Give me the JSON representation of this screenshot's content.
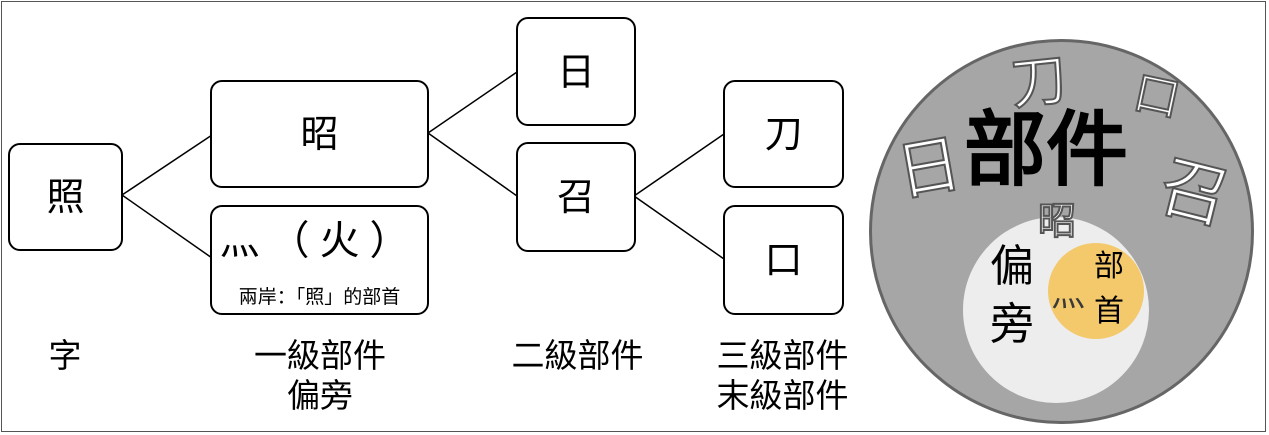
{
  "tree": {
    "root": "照",
    "level1_top": "昭",
    "level1_bottom": "灬（火）",
    "level1_bottom_note": "兩岸：「照」的部首",
    "level2_top": "日",
    "level2_bottom": "召",
    "level3_top": "刀",
    "level3_bottom": "口"
  },
  "labels": {
    "character": "字",
    "level1_line1": "一級部件",
    "level1_line2": "偏旁",
    "level2": "二級部件",
    "level3_line1": "三級部件",
    "level3_line2": "末級部件"
  },
  "venn": {
    "outer_title": "部件",
    "floating": [
      "刀",
      "口",
      "日",
      "召",
      "昭"
    ],
    "inner_title_line1": "偏",
    "inner_title_line2": "旁",
    "radical_line1": "部",
    "radical_line2": "首",
    "radical_glyph": "灬",
    "colors": {
      "outer": "#a6a6a6",
      "inner": "#ededed",
      "radical": "#f3c96b"
    }
  }
}
